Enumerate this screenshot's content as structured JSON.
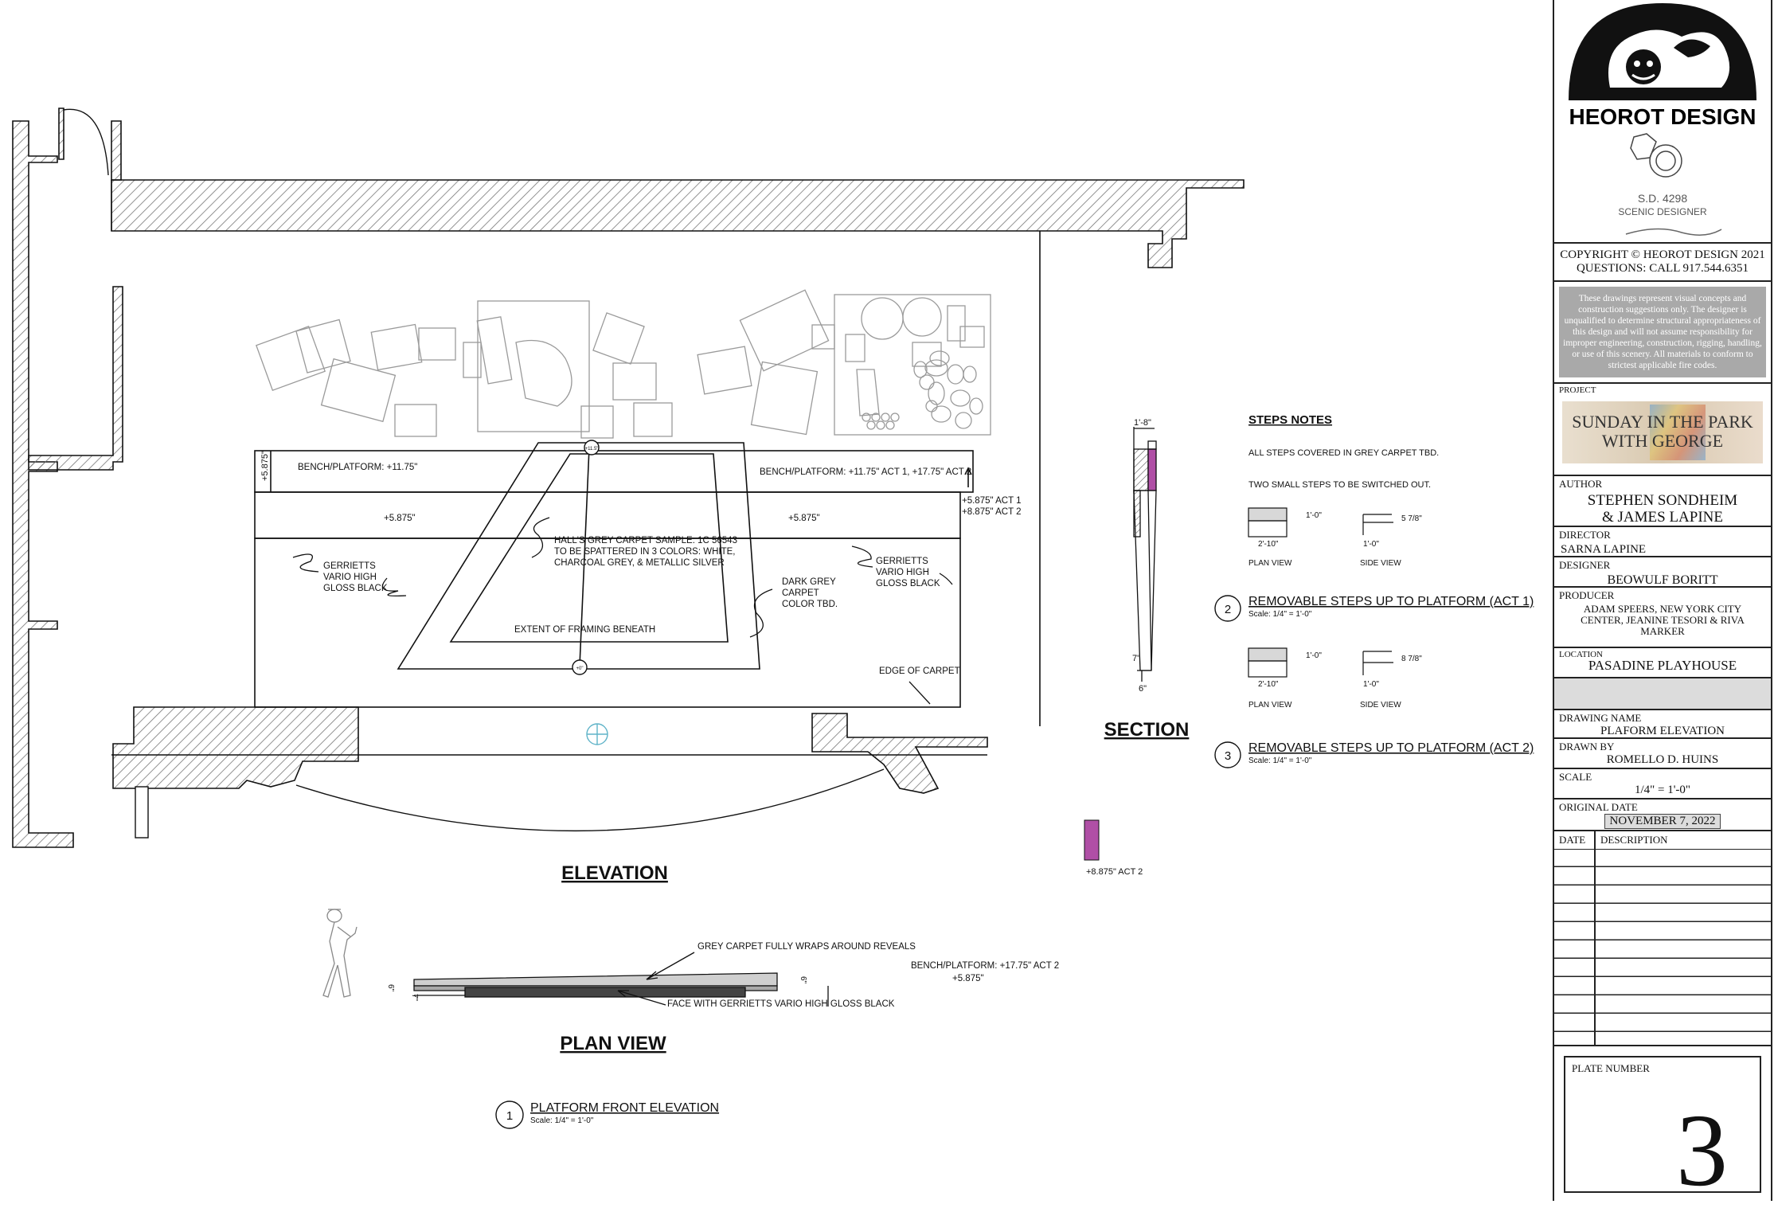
{
  "sheet": {
    "views": {
      "elevation": {
        "title": "ELEVATION",
        "bench_left": "BENCH/PLATFORM: +11.75\"",
        "bench_right": "BENCH/PLATFORM: +11.75\" ACT 1, +17.75\" ACT 2",
        "left_height": "+5.875\"",
        "mid_left": "+5.875\"",
        "mid_right": "+5.875\"",
        "act_heights": [
          "+5.875\" ACT 1",
          "+8.875\" ACT 2"
        ],
        "carpet_note": [
          "HALL'S GREY CARPET SAMPLE: 1C 56543",
          "TO BE SPATTERED IN 3 COLORS: WHITE,",
          "CHARCOAL GREY, & METALLIC SILVER"
        ],
        "gerriets_left": [
          "GERRIETTS",
          "VARIO HIGH",
          "GLOSS BLACK"
        ],
        "gerriets_right": [
          "GERRIETTS",
          "VARIO HIGH",
          "GLOSS BLACK"
        ],
        "dark_carpet": [
          "DARK GREY",
          "CARPET",
          "COLOR TBD."
        ],
        "framing": "EXTENT OF FRAMING BENEATH",
        "edge_carpet": "EDGE OF CARPET",
        "top_marker": "+11.5\"",
        "bottom_marker": "+0\""
      },
      "plan": {
        "title": "PLAN VIEW",
        "wrap_note": "GREY CARPET FULLY WRAPS AROUND REVEALS",
        "face_note": "FACE WITH GERRIETTS VARIO HIGH GLOSS BLACK",
        "bench_note": "BENCH/PLATFORM: +17.75\" ACT 2",
        "bench_sub": "+5.875\"",
        "dim_left_top": "6\"",
        "dim_left_bot": "7\"",
        "dim_right": "6\""
      },
      "section": {
        "title": "SECTION",
        "dim_top": "1'-8\"",
        "dim_bottom_a": "7\"",
        "dim_bottom_b": "6\"",
        "legend_label": "+8.875\" ACT 2",
        "legend_color": "#b04fa6"
      },
      "steps": {
        "notes_title": "STEPS NOTES",
        "note1": "ALL STEPS COVERED IN GREY CARPET TBD.",
        "note2": "TWO SMALL STEPS TO BE SWITCHED OUT.",
        "step1": {
          "plan_w": "2'-10\"",
          "plan_h": "1'-0\"",
          "side_h": "5 7/8\"",
          "side_w": "1'-0\""
        },
        "step2": {
          "plan_w": "2'-10\"",
          "plan_h": "1'-0\"",
          "side_h": "8 7/8\"",
          "side_w": "1'-0\""
        },
        "plan_view": "PLAN VIEW",
        "side_view": "SIDE VIEW"
      },
      "callouts": [
        {
          "num": "1",
          "title": "PLATFORM FRONT ELEVATION",
          "scale": "Scale: 1/4\" = 1'-0\""
        },
        {
          "num": "2",
          "title": "REMOVABLE STEPS UP TO PLATFORM (ACT 1)",
          "scale": "Scale: 1/4\" = 1'-0\""
        },
        {
          "num": "3",
          "title": "REMOVABLE STEPS UP TO PLATFORM (ACT 2)",
          "scale": "Scale: 1/4\" = 1'-0\""
        }
      ]
    }
  },
  "title_block": {
    "company": "HEOROT DESIGN",
    "stamp_number": "S.D. 4298",
    "stamp_role": "SCENIC DESIGNER",
    "copyright": "COPYRIGHT © HEOROT DESIGN 2021",
    "questions": "QUESTIONS: CALL 917.544.6351",
    "disclaimer": "These drawings represent visual concepts and construction suggestions only. The designer is unqualified to determine structural appropriateness of this design and will not assume responsibility for improper engineering, construction, rigging, handling, or use of this scenery. All materials to conform to strictest applicable fire codes.",
    "project_label": "PROJECT",
    "project_logo": [
      "SUNDAY IN THE PARK",
      "WITH GEORGE"
    ],
    "author_label": "AUTHOR",
    "author": [
      "STEPHEN SONDHEIM",
      "& JAMES LAPINE"
    ],
    "director_label": "DIRECTOR",
    "director": "SARNA LAPINE",
    "designer_label": "DESIGNER",
    "designer": "BEOWULF BORITT",
    "producer_label": "PRODUCER",
    "producer": [
      "ADAM SPEERS, NEW YORK CITY",
      "CENTER, JEANINE TESORI & RIVA",
      "MARKER"
    ],
    "location_label": "LOCATION",
    "location": "PASADINE PLAYHOUSE",
    "drawing_name_label": "DRAWING NAME",
    "drawing_name": "PLAFORM ELEVATION",
    "drawn_by_label": "DRAWN BY",
    "drawn_by": "ROMELLO D. HUINS",
    "scale_label": "SCALE",
    "scale": "1/4\" = 1'-0\"",
    "original_date_label": "ORIGINAL DATE",
    "original_date": "NOVEMBER 7, 2022",
    "rev_date_label": "DATE",
    "rev_desc_label": "DESCRIPTION",
    "plate_label": "PLATE NUMBER",
    "plate_number": "3"
  },
  "colors": {
    "ink": "#111111",
    "hatch": "#777777",
    "furniture": "#9a9a9a",
    "disclaimer_bg": "#a9a9a9",
    "accent": "#b04fa6",
    "center_mark": "#5fb3c8"
  }
}
